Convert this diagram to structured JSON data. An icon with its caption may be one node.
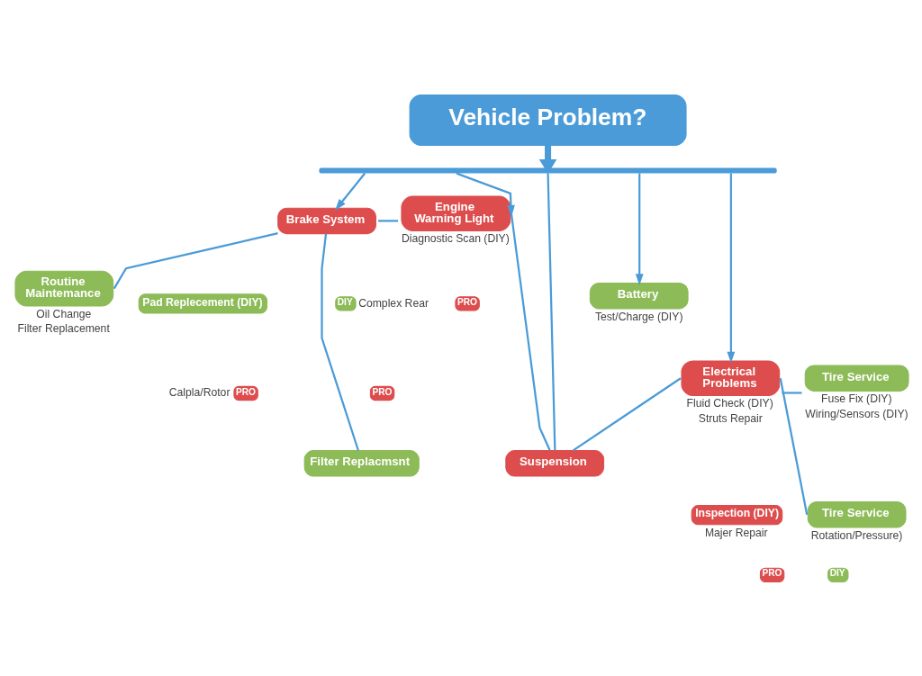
{
  "diagram": {
    "nodes": [
      {
        "text": [
          "Vehicle Problem?"
        ]
      },
      {
        "text": [],
        "shape": "bar"
      },
      {
        "text": [
          "Routine Maintemance"
        ],
        "beside": [
          "Oil Change",
          "Filter Replacement"
        ]
      },
      {
        "text": [
          "Filter Replacmsnt"
        ]
      },
      {
        "text": [
          "Brake System"
        ]
      },
      {
        "text": [
          "Pad Replecement (DIY)"
        ]
      },
      {
        "text": [
          "PRO"
        ],
        "beside": [
          "Calpla/Rotor"
        ]
      },
      {
        "text": [
          "Engine Warning Light"
        ],
        "beside": [
          "Diagnostic Scan (DIY)"
        ]
      },
      {
        "text": [
          "DIY"
        ],
        "beside": [
          "Complex Rear"
        ]
      },
      {
        "text": [
          "PRO"
        ]
      },
      {
        "text": [
          "PRO"
        ]
      },
      {
        "text": [
          "Battery"
        ],
        "beside": [
          "Test/Charge (DIY)"
        ]
      },
      {
        "text": [
          "Suspension"
        ]
      },
      {
        "text": [
          "Inspection (DIY)"
        ],
        "beside": [
          "Majer Repair"
        ]
      },
      {
        "text": [
          "PRO"
        ]
      },
      {
        "text": [
          "Electrical Problems"
        ],
        "beside": [
          "Fluid Check (DIY)",
          "Struts Repair"
        ]
      },
      {
        "text": [
          "Tire Service"
        ],
        "beside": [
          "Fuse Fix (DIY)",
          "Wiring/Sensors (DIY)"
        ]
      },
      {
        "text": [
          "Tire Service"
        ],
        "beside": [
          "Rotation/Pressure)"
        ]
      },
      {
        "text": [
          "DIY"
        ]
      }
    ],
    "edges": [
      {
        "from": 0,
        "to": 1,
        "arrow": "to",
        "style": "thick"
      },
      {
        "from": 1,
        "to": 4,
        "arrow": "to"
      },
      {
        "from": 1,
        "to": 7,
        "arrow": "to"
      },
      {
        "from": 1,
        "to": 12,
        "arrow": "none"
      },
      {
        "from": 1,
        "to": 11,
        "arrow": "to"
      },
      {
        "from": 1,
        "to": 15,
        "arrow": "to"
      },
      {
        "from": 4,
        "to": 2,
        "arrow": "none"
      },
      {
        "from": 4,
        "to": 3,
        "arrow": "none"
      },
      {
        "from": 4,
        "to": 7,
        "arrow": "none"
      },
      {
        "from": 7,
        "to": 12,
        "arrow": "none"
      },
      {
        "from": 12,
        "to": 15,
        "arrow": "none"
      },
      {
        "from": 15,
        "to": 16,
        "arrow": "none"
      },
      {
        "from": 15,
        "to": 17,
        "arrow": "none"
      }
    ]
  }
}
